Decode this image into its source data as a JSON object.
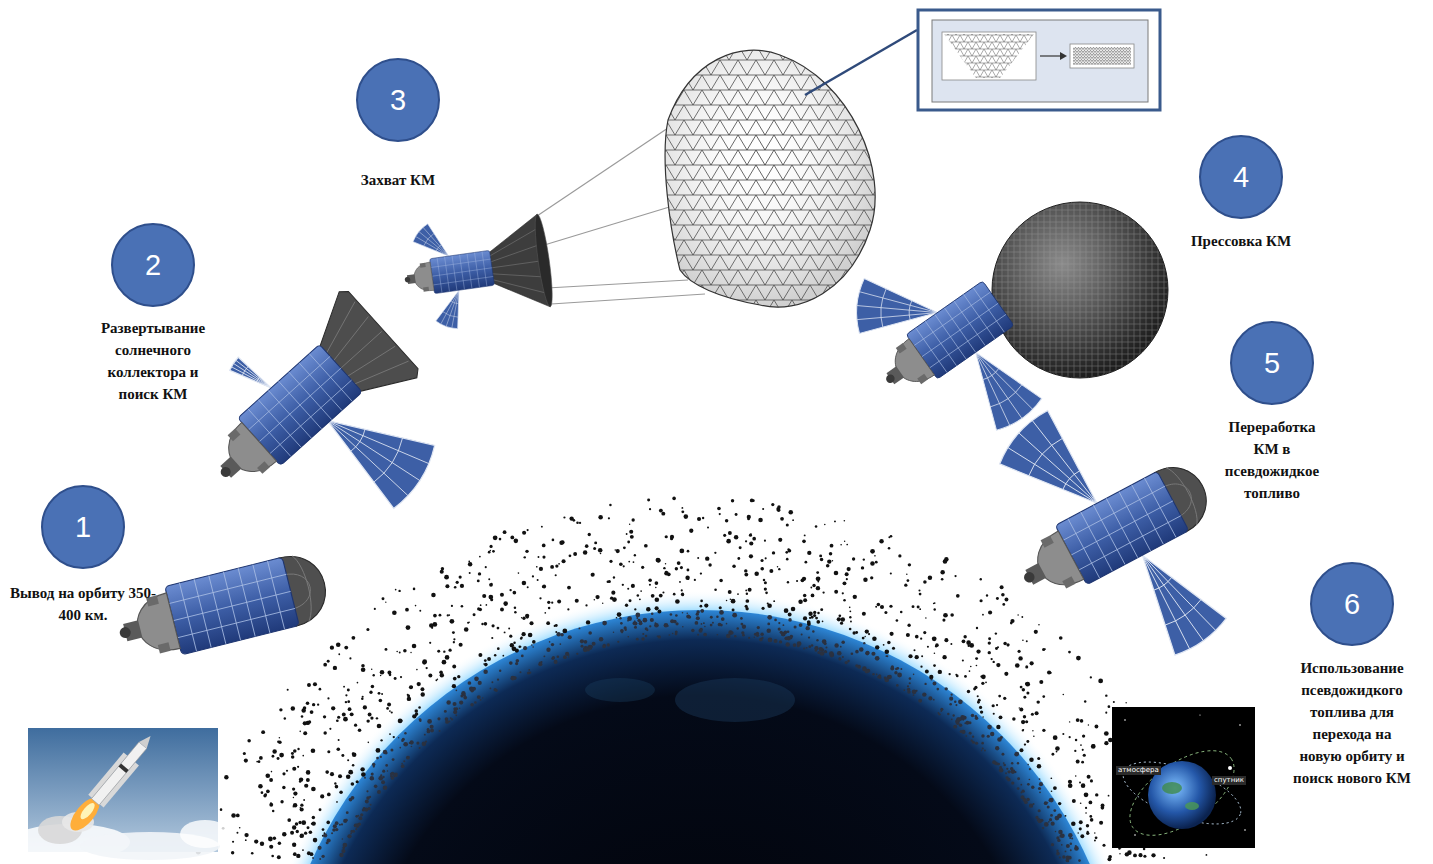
{
  "diagram": {
    "nodes": [
      {
        "text": [
          "1",
          "Вывод на орбиту 350-400 км."
        ]
      },
      {
        "text": [
          "2",
          "Развертывание солнечного коллектора и поиск КМ"
        ]
      },
      {
        "text": [
          "3",
          "Захват КМ"
        ]
      },
      {
        "text": [
          "4",
          "Прессовка КМ"
        ]
      },
      {
        "text": [
          "5",
          "Переработка КМ в псевдожидкое топливо"
        ]
      },
      {
        "text": [
          "6",
          "Использование псевдожидкого топлива для перехода на новую орбиту и поиск нового КМ"
        ]
      }
    ],
    "labels": [
      "атмосфера",
      "спутник"
    ]
  }
}
